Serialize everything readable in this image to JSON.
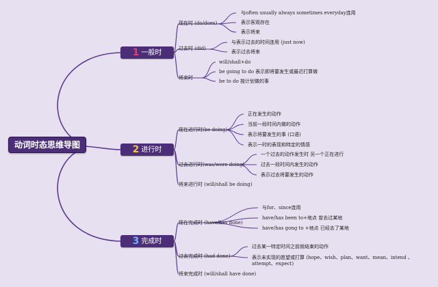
{
  "root_label": "动词时态思维导图",
  "branches": [
    {
      "number": "1",
      "label": "一般时",
      "subs": [
        {
          "label": "现在时 (do/does)",
          "leaves": [
            "与often usually always sometimes everyday连用",
            "表示客观存在",
            "表示将来"
          ]
        },
        {
          "label": "过去时 (did)",
          "leaves": [
            "与表示过去的时间连用 (just now)",
            "表示过去将来"
          ]
        },
        {
          "label": "将来时",
          "leaves": [
            "will/shall+do",
            "be going to do 表示即将要发生或最近打算做",
            "be to do 按计划做的事"
          ]
        }
      ]
    },
    {
      "number": "2",
      "label": "进行时",
      "subs": [
        {
          "label": "现在进行时(be doing)",
          "leaves": [
            "正在发生的动作",
            "当前一段时间内做的动作",
            "表示将要发生的事 (口语)",
            "表示一时的表现和特定的情感"
          ]
        },
        {
          "label": "过去进行时(was/were doing)",
          "leaves": [
            "一个过去的动作发生时 另一个正在进行",
            "过去一段时间内发生的动作",
            "表示过去将要发生的动作"
          ]
        },
        {
          "label": "将来进行时 (will/shall be doing)",
          "leaves": []
        }
      ]
    },
    {
      "number": "3",
      "label": "完成时",
      "subs": [
        {
          "label": "现在完成时 (have/has done)",
          "leaves": [
            "与for、since连用",
            "have/has been to+地点 曾去过某地",
            "have/has gong to +地点 已经去了某地"
          ]
        },
        {
          "label": "过去完成时 (had done)",
          "leaves": [
            "过去某一特定时间之前就结束的动作",
            "表示未实现的愿望或打算 (hope、wish、plan、want、mean、intend 、attempt、expect)"
          ]
        },
        {
          "label": "将来完成时 (will/shall have done)",
          "leaves": []
        }
      ]
    }
  ],
  "colors": {
    "background": "#e7e0f0",
    "node": "#4b2e77",
    "line": "#5b3b8c"
  }
}
